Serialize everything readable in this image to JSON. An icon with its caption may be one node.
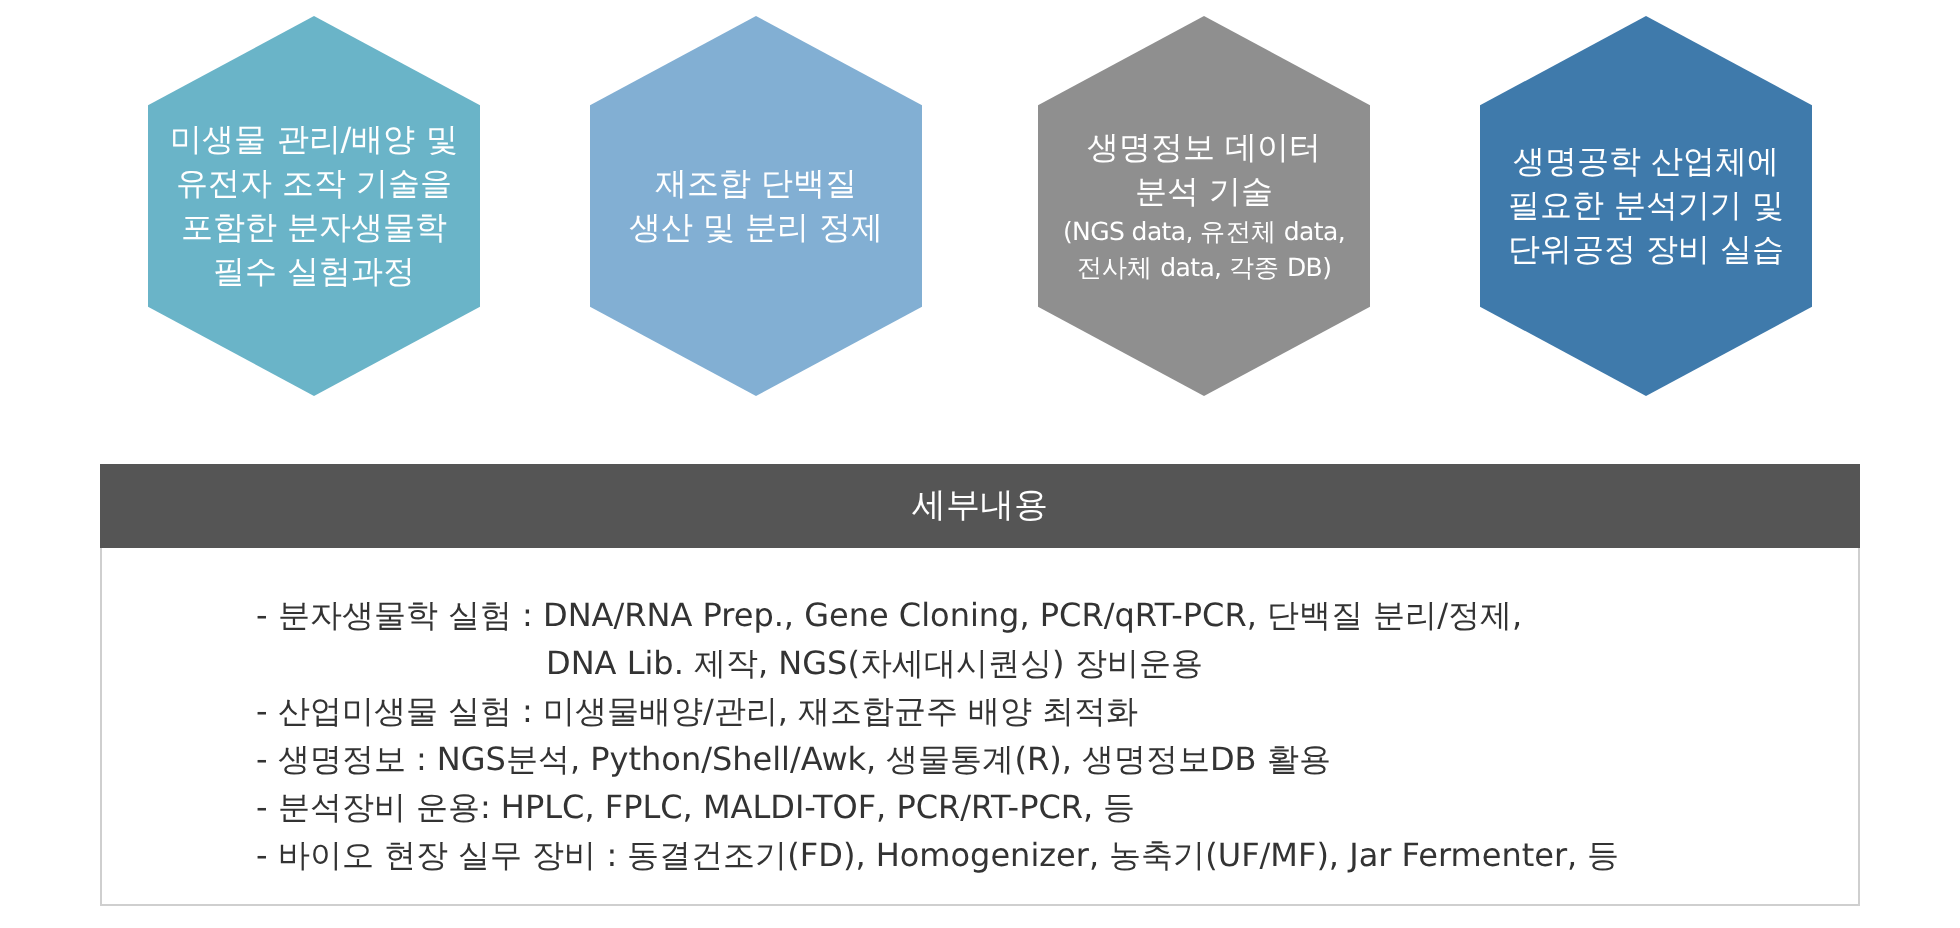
{
  "diagram": {
    "nodes": [
      {
        "text": [
          "미생물 관리/배양 및 유전자 조작 기술을 포함한 분자생물학 필수 실험과정"
        ]
      },
      {
        "text": [
          "재조합 단백질 생산 및 분리 정제"
        ]
      },
      {
        "text": [
          "생명정보 데이터 분석 기술",
          "(NGS data, 유전체 data, 전사체 data, 각종 DB)"
        ]
      },
      {
        "text": [
          "생명공학 산업체에 필요한 분석기기 및 단위공정 장비 실습"
        ]
      },
      {
        "text": [
          "세부내용",
          "- 분자생물학 실험 : DNA/RNA Prep., Gene Cloning, PCR/qRT-PCR, 단백질 분리/정제, DNA Lib. 제작, NGS(차세대시퀀싱) 장비운용",
          "- 산업미생물 실험 : 미생물배양/관리, 재조합균주 배양 최적화",
          "- 생명정보 : NGS분석, Python/Shell/Awk, 생물통계(R), 생명정보DB 활용",
          "- 분석장비 운용: HPLC, FPLC, MALDI-TOF, PCR/RT-PCR, 등",
          "- 바이오 현장 실무 장비 : 동결건조기(FD), Homogenizer, 농축기(UF/MF), Jar Fermenter, 등"
        ]
      }
    ],
    "edges": []
  }
}
